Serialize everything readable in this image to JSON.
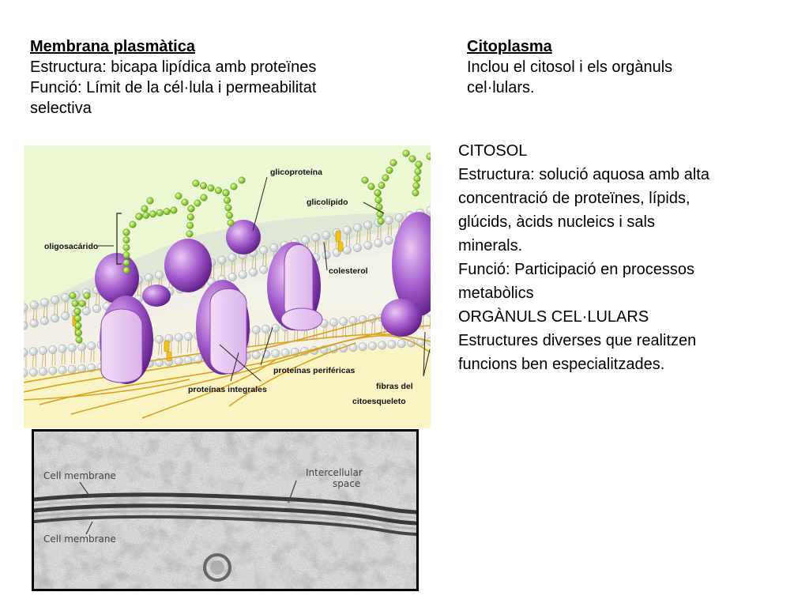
{
  "membrana": {
    "title": "Membrana plasmàtica",
    "lines": [
      "Estructura: bicapa lipídica amb proteïnes",
      "Funció: Límit de la cél·lula i permeabilitat",
      "selectiva"
    ]
  },
  "citoplasma": {
    "title": "Citoplasma",
    "lines": [
      "Inclou el citosol i els orgànuls",
      "cel·lulars."
    ]
  },
  "citosol": {
    "lines": [
      "CITOSOL",
      "Estructura: solució aquosa amb alta",
      "concentració de proteïnes, lípids,",
      "glúcids, àcids nucleics i sals",
      "minerals.",
      "Funció: Participació en processos",
      "metabòlics",
      "ORGÀNULS CEL·LULARS",
      "Estructures diverses que realitzen",
      "funcions ben especialitzades."
    ]
  },
  "diagram_labels": {
    "glicoproteina": "glicoproteína",
    "glicolipido": "glicolípido",
    "oligosacarido": "oligosacárido",
    "colesterol": "colesterol",
    "perifericas": "proteínas periféricas",
    "integrales": "proteínas integrales",
    "fibras_1": "fibras del",
    "fibras_2": "citoesqueleto"
  },
  "micrograph_labels": {
    "cell_membrane_top": "Cell membrane",
    "intercellular_1": "Intercellular",
    "intercellular_2": "space",
    "cell_membrane_bottom": "Cell membrane"
  },
  "colors": {
    "diagram_bg": "#ecf7d4",
    "cytoplasm": "#faf3c3",
    "protein": "#8c3fb8",
    "sugar": "#8fd020",
    "fiber": "#d9a21c"
  }
}
